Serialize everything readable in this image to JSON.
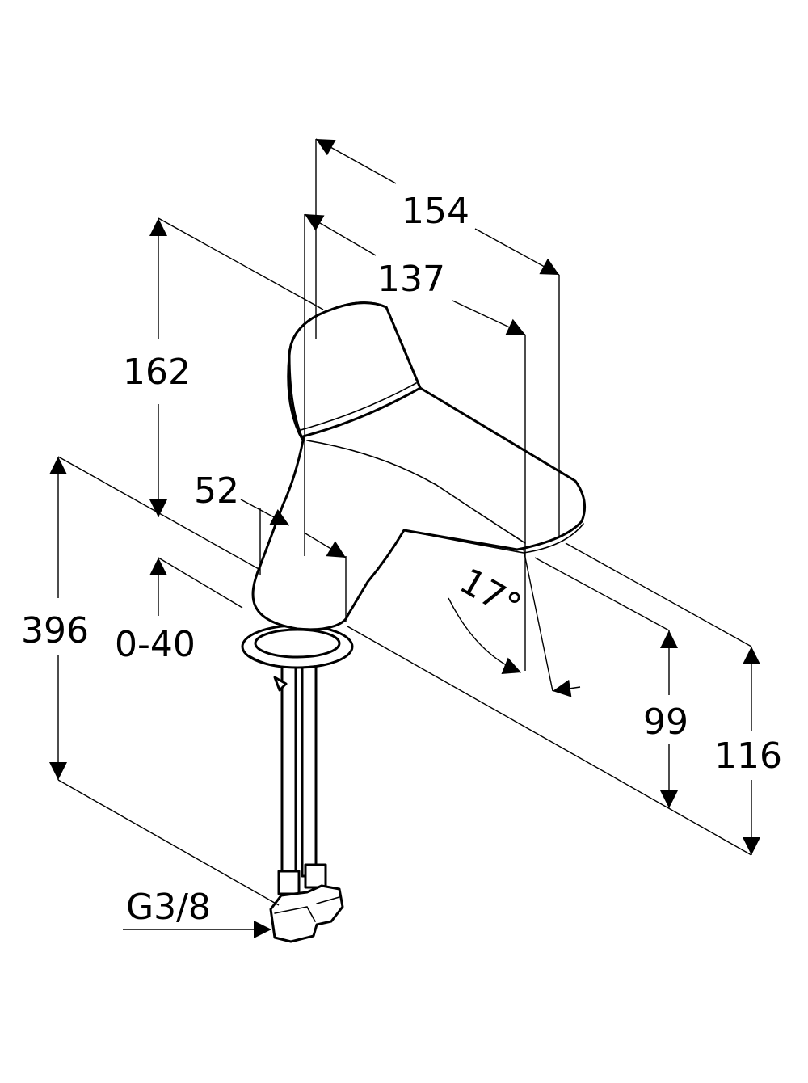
{
  "dimensions": {
    "total_length": "154",
    "spout_length": "137",
    "lever_height": "162",
    "body_diameter": "52",
    "overall_height": "396",
    "deck_thickness": "0-40",
    "spout_angle": "17°",
    "spout_outlet_height": "99",
    "tap_height": "116",
    "connection_thread": "G3/8"
  },
  "colors": {
    "line": "#000000",
    "background": "#ffffff"
  }
}
